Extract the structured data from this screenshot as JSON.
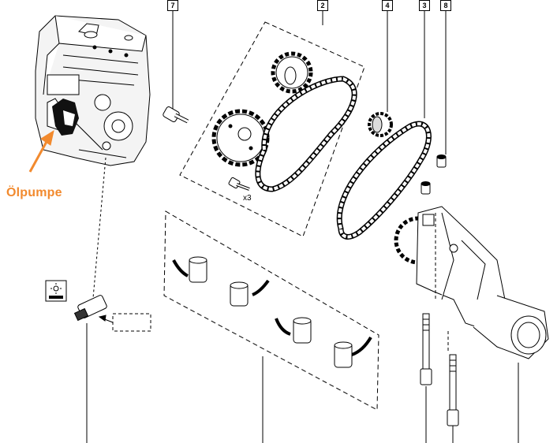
{
  "callouts": {
    "c7": "7",
    "c2": "2",
    "c4": "4",
    "c3": "3",
    "c8": "8"
  },
  "annotations": {
    "oelpumpe": "Ölpumpe",
    "quantity": "x3"
  },
  "colors": {
    "annotation": "#f28a2e",
    "line": "#000000"
  },
  "icons": [
    "engine-block-icon",
    "oil-pump-icon",
    "sprocket-icon",
    "timing-chain-icon",
    "bolt-icon",
    "screw-icon",
    "sensor-icon",
    "manual-reference-icon"
  ]
}
